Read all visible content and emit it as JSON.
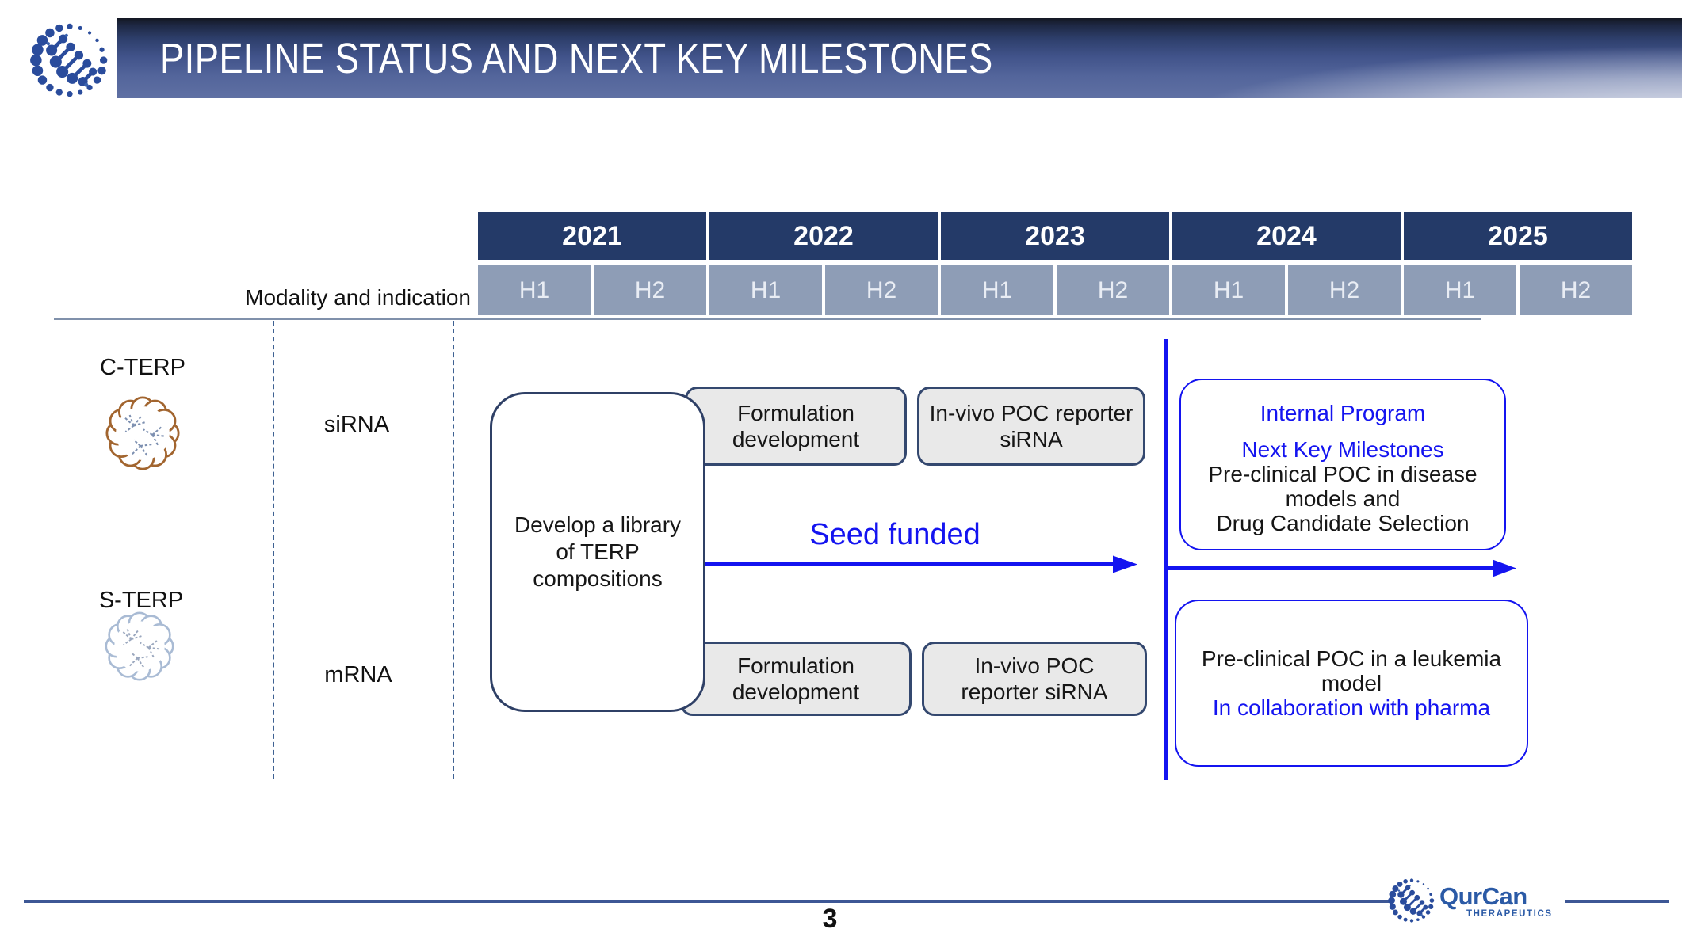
{
  "header": {
    "title": "PIPELINE STATUS AND NEXT KEY MILESTONES"
  },
  "timeline": {
    "row_label": "Modality and indication",
    "years": [
      "2021",
      "2022",
      "2023",
      "2024",
      "2025"
    ],
    "halves": [
      "H1",
      "H2",
      "H1",
      "H2",
      "H1",
      "H2",
      "H1",
      "H2",
      "H1",
      "H2"
    ]
  },
  "left_panel": {
    "terp1": "C-TERP",
    "terp2": "S-TERP",
    "modality1": "siRNA",
    "modality2": "mRNA"
  },
  "pipeline": {
    "library_box": {
      "lines": [
        "Develop a library",
        "of TERP",
        "compositions"
      ]
    },
    "sirna_formulation": {
      "lines": [
        "Formulation",
        "development"
      ]
    },
    "sirna_invivo": {
      "lines": [
        "In-vivo POC reporter",
        "siRNA"
      ]
    },
    "mrna_formulation": {
      "lines": [
        "Formulation",
        "development"
      ]
    },
    "mrna_invivo": {
      "lines": [
        "In-vivo POC",
        "reporter siRNA"
      ]
    },
    "seed_label": "Seed funded"
  },
  "milestones": {
    "internal": {
      "tag": "Internal Program",
      "heading": "Next Key Milestones",
      "lines": [
        "Pre-clinical POC in disease",
        "models and",
        "Drug Candidate Selection"
      ]
    },
    "collaboration": {
      "lines": [
        "Pre-clinical POC in a leukemia",
        "model"
      ],
      "highlight": "In collaboration with pharma"
    }
  },
  "footer": {
    "page_number": "3",
    "logo_text": "QurCan",
    "logo_subtext": "THERAPEUTICS"
  },
  "colors": {
    "accent_blue": "#1414F0",
    "year_header_navy": "#243A68",
    "half_cell_blue_gray": "#8E9DB6",
    "banner_navy": "#41538A",
    "cterp_outline_brown": "#A2652F",
    "sterp_outline_blue_gray": "#A9BBD4",
    "logo_blue": "#2B4C9B",
    "footer_line_blue": "#3D5795"
  }
}
